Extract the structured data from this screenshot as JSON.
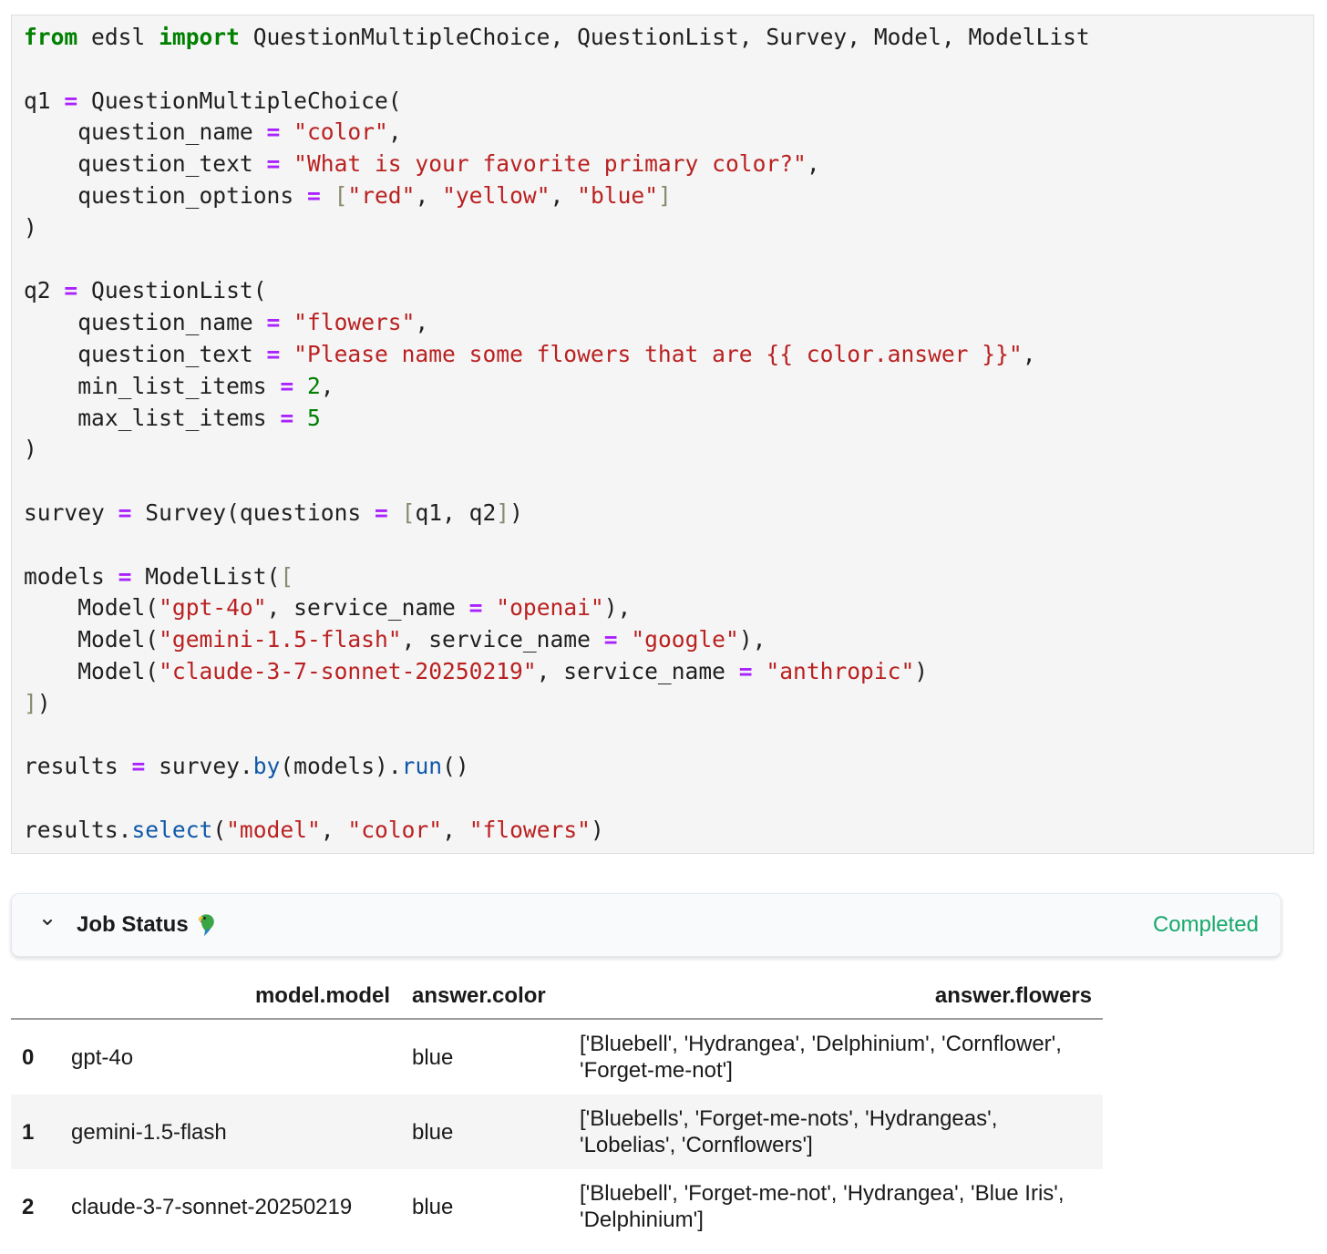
{
  "code": {
    "lines": [
      [
        {
          "t": "from",
          "c": "kw"
        },
        {
          "t": " edsl ",
          "c": "plain"
        },
        {
          "t": "import",
          "c": "kw"
        },
        {
          "t": " QuestionMultipleChoice, QuestionList, Survey, Model, ModelList",
          "c": "plain"
        }
      ],
      [],
      [
        {
          "t": "q1 ",
          "c": "plain"
        },
        {
          "t": "=",
          "c": "op"
        },
        {
          "t": " QuestionMultipleChoice(",
          "c": "plain"
        }
      ],
      [
        {
          "t": "    question_name ",
          "c": "plain"
        },
        {
          "t": "=",
          "c": "op"
        },
        {
          "t": " ",
          "c": "plain"
        },
        {
          "t": "\"color\"",
          "c": "str"
        },
        {
          "t": ",",
          "c": "plain"
        }
      ],
      [
        {
          "t": "    question_text ",
          "c": "plain"
        },
        {
          "t": "=",
          "c": "op"
        },
        {
          "t": " ",
          "c": "plain"
        },
        {
          "t": "\"What is your favorite primary color?\"",
          "c": "str"
        },
        {
          "t": ",",
          "c": "plain"
        }
      ],
      [
        {
          "t": "    question_options ",
          "c": "plain"
        },
        {
          "t": "=",
          "c": "op"
        },
        {
          "t": " ",
          "c": "plain"
        },
        {
          "t": "[",
          "c": "br"
        },
        {
          "t": "\"red\"",
          "c": "str"
        },
        {
          "t": ", ",
          "c": "plain"
        },
        {
          "t": "\"yellow\"",
          "c": "str"
        },
        {
          "t": ", ",
          "c": "plain"
        },
        {
          "t": "\"blue\"",
          "c": "str"
        },
        {
          "t": "]",
          "c": "br"
        }
      ],
      [
        {
          "t": ")",
          "c": "plain"
        }
      ],
      [],
      [
        {
          "t": "q2 ",
          "c": "plain"
        },
        {
          "t": "=",
          "c": "op"
        },
        {
          "t": " QuestionList(",
          "c": "plain"
        }
      ],
      [
        {
          "t": "    question_name ",
          "c": "plain"
        },
        {
          "t": "=",
          "c": "op"
        },
        {
          "t": " ",
          "c": "plain"
        },
        {
          "t": "\"flowers\"",
          "c": "str"
        },
        {
          "t": ",",
          "c": "plain"
        }
      ],
      [
        {
          "t": "    question_text ",
          "c": "plain"
        },
        {
          "t": "=",
          "c": "op"
        },
        {
          "t": " ",
          "c": "plain"
        },
        {
          "t": "\"Please name some flowers that are {{ color.answer }}\"",
          "c": "str"
        },
        {
          "t": ",",
          "c": "plain"
        }
      ],
      [
        {
          "t": "    min_list_items ",
          "c": "plain"
        },
        {
          "t": "=",
          "c": "op"
        },
        {
          "t": " ",
          "c": "plain"
        },
        {
          "t": "2",
          "c": "num"
        },
        {
          "t": ",",
          "c": "plain"
        }
      ],
      [
        {
          "t": "    max_list_items ",
          "c": "plain"
        },
        {
          "t": "=",
          "c": "op"
        },
        {
          "t": " ",
          "c": "plain"
        },
        {
          "t": "5",
          "c": "num"
        }
      ],
      [
        {
          "t": ")",
          "c": "plain"
        }
      ],
      [],
      [
        {
          "t": "survey ",
          "c": "plain"
        },
        {
          "t": "=",
          "c": "op"
        },
        {
          "t": " Survey(questions ",
          "c": "plain"
        },
        {
          "t": "=",
          "c": "op"
        },
        {
          "t": " ",
          "c": "plain"
        },
        {
          "t": "[",
          "c": "br"
        },
        {
          "t": "q1, q2",
          "c": "plain"
        },
        {
          "t": "]",
          "c": "br"
        },
        {
          "t": ")",
          "c": "plain"
        }
      ],
      [],
      [
        {
          "t": "models ",
          "c": "plain"
        },
        {
          "t": "=",
          "c": "op"
        },
        {
          "t": " ModelList(",
          "c": "plain"
        },
        {
          "t": "[",
          "c": "br"
        }
      ],
      [
        {
          "t": "    Model(",
          "c": "plain"
        },
        {
          "t": "\"gpt-4o\"",
          "c": "str"
        },
        {
          "t": ", service_name ",
          "c": "plain"
        },
        {
          "t": "=",
          "c": "op"
        },
        {
          "t": " ",
          "c": "plain"
        },
        {
          "t": "\"openai\"",
          "c": "str"
        },
        {
          "t": "),",
          "c": "plain"
        }
      ],
      [
        {
          "t": "    Model(",
          "c": "plain"
        },
        {
          "t": "\"gemini-1.5-flash\"",
          "c": "str"
        },
        {
          "t": ", service_name ",
          "c": "plain"
        },
        {
          "t": "=",
          "c": "op"
        },
        {
          "t": " ",
          "c": "plain"
        },
        {
          "t": "\"google\"",
          "c": "str"
        },
        {
          "t": "),",
          "c": "plain"
        }
      ],
      [
        {
          "t": "    Model(",
          "c": "plain"
        },
        {
          "t": "\"claude-3-7-sonnet-20250219\"",
          "c": "str"
        },
        {
          "t": ", service_name ",
          "c": "plain"
        },
        {
          "t": "=",
          "c": "op"
        },
        {
          "t": " ",
          "c": "plain"
        },
        {
          "t": "\"anthropic\"",
          "c": "str"
        },
        {
          "t": ")",
          "c": "plain"
        }
      ],
      [
        {
          "t": "]",
          "c": "br"
        },
        {
          "t": ")",
          "c": "plain"
        }
      ],
      [],
      [
        {
          "t": "results ",
          "c": "plain"
        },
        {
          "t": "=",
          "c": "op"
        },
        {
          "t": " survey.",
          "c": "plain"
        },
        {
          "t": "by",
          "c": "fn"
        },
        {
          "t": "(models).",
          "c": "plain"
        },
        {
          "t": "run",
          "c": "fn"
        },
        {
          "t": "()",
          "c": "plain"
        }
      ],
      [],
      [
        {
          "t": "results.",
          "c": "plain"
        },
        {
          "t": "select",
          "c": "fn"
        },
        {
          "t": "(",
          "c": "plain"
        },
        {
          "t": "\"model\"",
          "c": "str"
        },
        {
          "t": ", ",
          "c": "plain"
        },
        {
          "t": "\"color\"",
          "c": "str"
        },
        {
          "t": ", ",
          "c": "plain"
        },
        {
          "t": "\"flowers\"",
          "c": "str"
        },
        {
          "t": ")",
          "c": "plain"
        }
      ]
    ]
  },
  "job_status": {
    "title": "Job Status",
    "state": "Completed",
    "icons": [
      "chevron-down-icon",
      "parrot-icon"
    ],
    "state_color": "#17a86b"
  },
  "table": {
    "headers": [
      "model.model",
      "answer.color",
      "answer.flowers"
    ],
    "rows": [
      {
        "index": "0",
        "model": "gpt-4o",
        "color": "blue",
        "flowers": "['Bluebell', 'Hydrangea', 'Delphinium', 'Cornflower', 'Forget-me-not']"
      },
      {
        "index": "1",
        "model": "gemini-1.5-flash",
        "color": "blue",
        "flowers": "['Bluebells', 'Forget-me-nots', 'Hydrangeas', 'Lobelias', 'Cornflowers']"
      },
      {
        "index": "2",
        "model": "claude-3-7-sonnet-20250219",
        "color": "blue",
        "flowers": "['Bluebell', 'Forget-me-not', 'Hydrangea', 'Blue Iris', 'Delphinium']"
      }
    ]
  }
}
